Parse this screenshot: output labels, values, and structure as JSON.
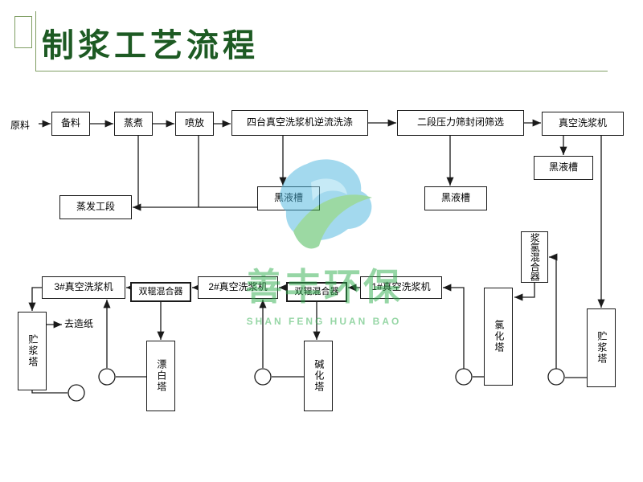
{
  "slide": {
    "title": "制浆工艺流程"
  },
  "watermark": {
    "name": "善丰环保",
    "subtitle": "SHAN FENG HUAN BAO"
  },
  "flow": {
    "source_label": "原料",
    "to_paper_label": "去造纸",
    "nodes": [
      {
        "id": "material-prep",
        "label": "备料"
      },
      {
        "id": "cooking",
        "label": "蒸煮"
      },
      {
        "id": "blow",
        "label": "喷放"
      },
      {
        "id": "countercurrent-washing",
        "label": "四台真空洗浆机逆流洗涤"
      },
      {
        "id": "pressure-screening",
        "label": "二段压力筛封闭筛选"
      },
      {
        "id": "vacuum-washer",
        "label": "真空洗浆机"
      },
      {
        "id": "black-liquor-tank-1",
        "label": "黑液槽"
      },
      {
        "id": "black-liquor-tank-2",
        "label": "黑液槽"
      },
      {
        "id": "black-liquor-tank-3",
        "label": "黑液槽"
      },
      {
        "id": "evaporation",
        "label": "蒸发工段"
      },
      {
        "id": "washer-3",
        "label": "3#真空洗浆机"
      },
      {
        "id": "roll-mixer-1",
        "label": "双辊混合器"
      },
      {
        "id": "washer-2",
        "label": "2#真空洗浆机"
      },
      {
        "id": "roll-mixer-2",
        "label": "双辊混合器"
      },
      {
        "id": "washer-1",
        "label": "1#真空洗浆机"
      },
      {
        "id": "chlorination-tower",
        "label": "氯化塔"
      },
      {
        "id": "pulp-chlorine-mixer",
        "label": "浆氯混合器"
      },
      {
        "id": "storage-tower-right",
        "label": "贮浆塔"
      },
      {
        "id": "storage-tower-left",
        "label": "贮浆塔"
      },
      {
        "id": "bleaching-tower",
        "label": "漂白塔"
      },
      {
        "id": "alkali-tower",
        "label": "碱化塔"
      }
    ]
  }
}
